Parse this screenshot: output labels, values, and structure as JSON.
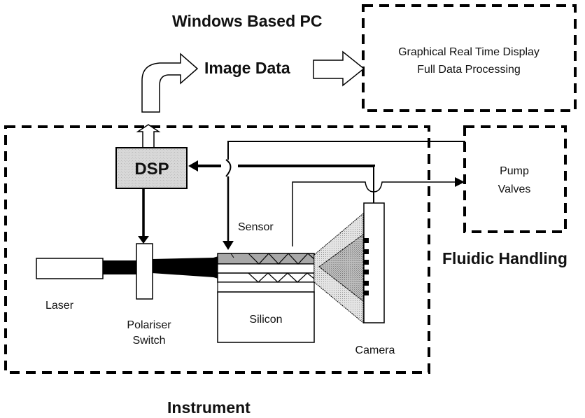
{
  "diagram": {
    "title_pc": "Windows Based PC",
    "image_data_label": "Image Data",
    "pc_box": {
      "line1": "Graphical Real Time Display",
      "line2": "Full Data Processing"
    },
    "fluidic_box": {
      "line1": "Pump",
      "line2": "Valves"
    },
    "fluidic_label": "Fluidic Handling",
    "instrument_label": "Instrument",
    "dsp_label": "DSP",
    "sensor_label": "Sensor",
    "laser_label": "Laser",
    "polariser_label_line1": "Polariser",
    "polariser_label_line2": "Switch",
    "silicon_label": "Silicon",
    "camera_label": "Camera",
    "colors": {
      "line": "#000000",
      "dsp_fill": "#d4d4d4",
      "sensor_layer_fill": "#a8a8a8",
      "light_cone_fill": "#dcdcdc",
      "inner_cone_fill": "#b4b4b4",
      "background": "#ffffff"
    }
  }
}
